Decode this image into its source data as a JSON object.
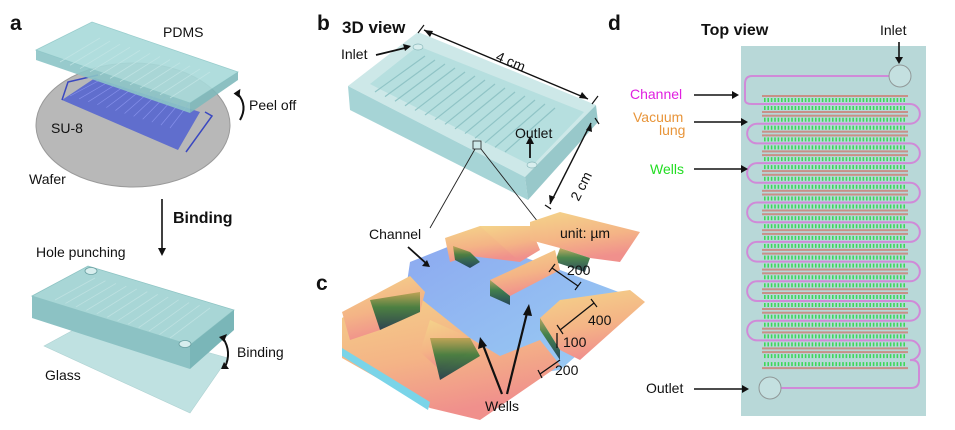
{
  "figure": {
    "panels": {
      "a": {
        "label": "a",
        "pdms": "PDMS",
        "peel_off": "Peel off",
        "su8": "SU-8",
        "wafer": "Wafer",
        "binding_step": "Binding",
        "hole_punching": "Hole punching",
        "binding": "Binding",
        "glass": "Glass"
      },
      "b": {
        "label": "b",
        "title": "3D view",
        "inlet": "Inlet",
        "outlet": "Outlet",
        "length": "4 cm",
        "width": "2 cm"
      },
      "c": {
        "label": "c",
        "channel": "Channel",
        "unit": "unit: µm",
        "wells": "Wells",
        "dim_well_width": "200",
        "dim_well_length": "400",
        "dim_depth": "100",
        "dim_channel_width": "200"
      },
      "d": {
        "label": "d",
        "title": "Top view",
        "inlet": "Inlet",
        "outlet": "Outlet",
        "channel": "Channel",
        "vacuum_lung_line1": "Vacuum",
        "vacuum_lung_line2": "lung",
        "wells": "Wells",
        "channel_rows": 14
      }
    },
    "colors": {
      "channel": "#e020e0",
      "vacuum_lung": "#e8953a",
      "wells": "#22dd22",
      "chip": "#b8d8d8",
      "channel_line": "#d08ad8",
      "lung_line": "#c89088",
      "well_mark": "#3cd85a",
      "wafer": "#b4b4b4",
      "su8": "#5a64d8"
    }
  }
}
